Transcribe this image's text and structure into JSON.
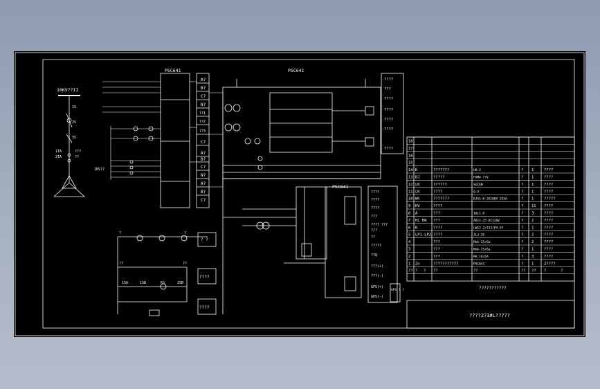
{
  "drawing": {
    "title_center": "PSC641",
    "title_left": "PSC641",
    "title_lower": "PSC641",
    "left_bus_label": "10KV??II",
    "breaker_labels": [
      "1S",
      "2S",
      "3S"
    ],
    "current_trans": [
      "1TA",
      "2TA"
    ],
    "current_trans_note": [
      "???",
      "??"
    ],
    "left_bus_wire": "1KV??",
    "phase_terms_top": [
      "A?",
      "B?",
      "C?",
      "N?",
      "??1",
      "??2",
      "??3"
    ],
    "phase_terms_mid": [
      "A?",
      "C?"
    ],
    "phase_terms_bot": [
      "A?",
      "B?",
      "C?",
      "N?",
      "A?",
      "B?",
      "C?"
    ],
    "right_box_top": [
      "????",
      "???",
      "????",
      "????",
      "????",
      "????",
      "????"
    ],
    "mid_right_box": [
      "????",
      "????",
      "????",
      "???",
      "???? ???",
      "?/?",
      "??",
      "?????",
      "??Q",
      "???(+)",
      "???(-)",
      "GPS(+)",
      "GPS(-)"
    ],
    "gps_box": "GPS ? ?",
    "small_box_label": "? ?",
    "box_labels": [
      "????",
      "????"
    ],
    "control_labels": [
      "?",
      "?",
      "??",
      "??",
      "1SA",
      "1SB",
      "KS",
      "2SB"
    ]
  },
  "table": {
    "rows": [
      {
        "no": "18",
        "code": "",
        "name": "",
        "spec": "",
        "unit": "",
        "qty": "",
        "note": ""
      },
      {
        "no": "17",
        "code": "",
        "name": "",
        "spec": "",
        "unit": "",
        "qty": "",
        "note": ""
      },
      {
        "no": "16",
        "code": "",
        "name": "",
        "spec": "",
        "unit": "",
        "qty": "",
        "note": ""
      },
      {
        "no": "15",
        "code": "",
        "name": "",
        "spec": "",
        "unit": "",
        "qty": "",
        "note": ""
      },
      {
        "no": "14",
        "code": "K",
        "name": "???????",
        "spec": "HK-2",
        "unit": "?",
        "qty": "1",
        "note": "????"
      },
      {
        "no": "13",
        "code": "BJ",
        "name": "?????",
        "spec": "FXM4 ??V",
        "unit": "?",
        "qty": "1",
        "note": "????"
      },
      {
        "no": "12",
        "code": "LK",
        "name": "??????",
        "spec": "SGC6N",
        "unit": "?",
        "qty": "1",
        "note": "????"
      },
      {
        "no": "11",
        "code": "LK",
        "name": "????",
        "spec": "Q-4",
        "unit": "?",
        "qty": "1",
        "note": "????"
      },
      {
        "no": "10",
        "code": "Wh",
        "name": "???????",
        "spec": "DJSS-K-3X100V 3X5A",
        "unit": "?",
        "qty": "1",
        "note": "?????"
      },
      {
        "no": "9",
        "code": "HV",
        "name": "????",
        "spec": "",
        "unit": "?",
        "qty": "11",
        "note": "????"
      },
      {
        "no": "8",
        "code": "A",
        "name": "???",
        "spec": "16L1-A",
        "unit": "?",
        "qty": "3",
        "note": "????"
      },
      {
        "no": "7",
        "code": "HL HR",
        "name": "???",
        "spec": "AD11-25 DC220V",
        "unit": "?",
        "qty": "2",
        "note": "????"
      },
      {
        "no": "6",
        "code": "K",
        "name": "????",
        "spec": "LW12-2/J33/P4-SY",
        "unit": "?",
        "qty": "1",
        "note": "????"
      },
      {
        "no": "5",
        "code": "LP1-LP2",
        "name": "????",
        "spec": "JLJ-2G",
        "unit": "?",
        "qty": "2",
        "note": "????"
      },
      {
        "no": "4",
        "code": "",
        "name": "???",
        "spec": "Rkk-25/6a",
        "unit": "?",
        "qty": "2",
        "note": "????"
      },
      {
        "no": "3",
        "code": "",
        "name": "???",
        "spec": "Rkk-25/6a",
        "unit": "?",
        "qty": "1",
        "note": "????"
      },
      {
        "no": "2",
        "code": "",
        "name": "???",
        "spec": "RK-16/6A",
        "unit": "?",
        "qty": "3",
        "note": "????"
      },
      {
        "no": "1",
        "code": "2n",
        "name": "???????????",
        "spec": "PSC641",
        "unit": "?",
        "qty": "1",
        "note": "2????"
      }
    ],
    "header": [
      "??",
      "?",
      "?",
      "??",
      "??",
      "??",
      "??",
      "?",
      "?"
    ],
    "caption": "???????????",
    "title_block": "????2?3#L?????"
  }
}
